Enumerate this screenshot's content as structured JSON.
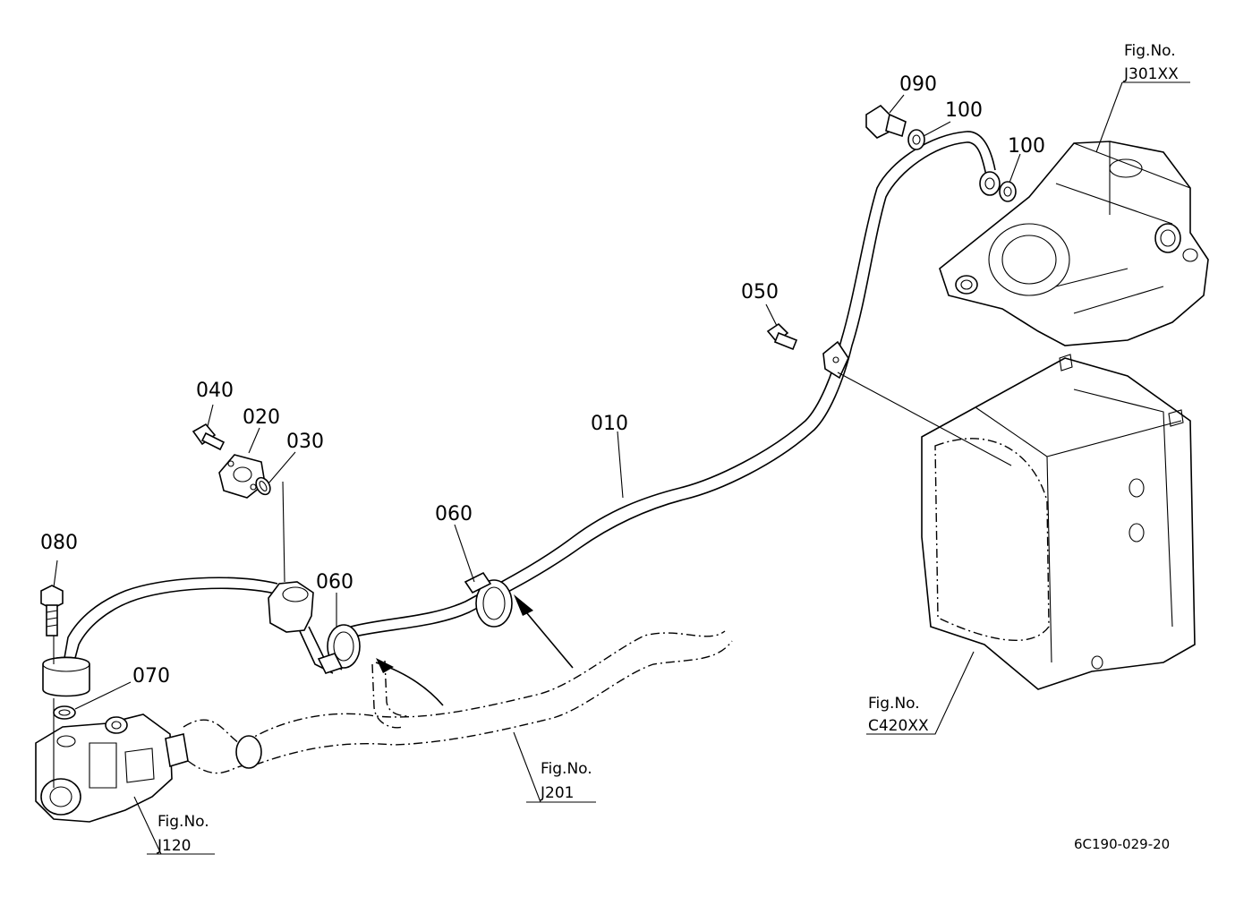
{
  "parts": {
    "p010": "010",
    "p020": "020",
    "p030": "030",
    "p040": "040",
    "p050": "050",
    "p060a": "060",
    "p060b": "060",
    "p070": "070",
    "p080": "080",
    "p090": "090",
    "p100a": "100",
    "p100b": "100"
  },
  "figure_refs": {
    "j301": {
      "prefix": "Fig.No.",
      "code": "J301XX"
    },
    "c420": {
      "prefix": "Fig.No.",
      "code": "C420XX"
    },
    "j201": {
      "prefix": "Fig.No.",
      "code": "J201"
    },
    "j120": {
      "prefix": "Fig.No.",
      "code": "J120"
    }
  },
  "drawing_number": "6C190-029-20"
}
